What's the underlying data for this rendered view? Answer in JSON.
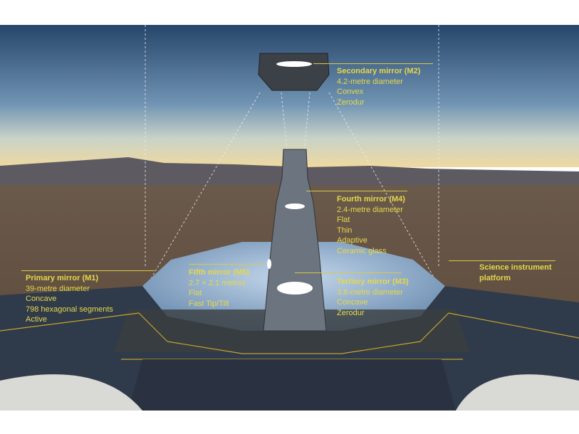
{
  "labels": {
    "m2": {
      "title": "Secondary mirror (M2)",
      "lines": [
        "4.2-metre diameter",
        "Convex",
        "Zerodur"
      ]
    },
    "m4": {
      "title": "Fourth mirror (M4)",
      "lines": [
        "2.4-metre diameter",
        "Flat",
        "Thin",
        "Adaptive",
        "Ceramic glass"
      ]
    },
    "m1": {
      "title": "Primary mirror (M1)",
      "lines": [
        "39-metre diameter",
        "Concave",
        "798 hexagonal segments",
        "Active"
      ]
    },
    "m5": {
      "title": "Fifth mirror (M5)",
      "lines": [
        "2.7 × 2.1 metres",
        "Flat",
        "Fast Tip/Tilt"
      ]
    },
    "m3": {
      "title": "Tertiary mirror (M3)",
      "lines": [
        "3.8-metre diameter",
        "Concave",
        "Zerodur"
      ]
    },
    "platform": {
      "title": "Science instrument platform"
    }
  },
  "colors": {
    "label": "#e6d84a",
    "sky_top": "#2b4a6e",
    "horizon": "#e8d9a0"
  }
}
